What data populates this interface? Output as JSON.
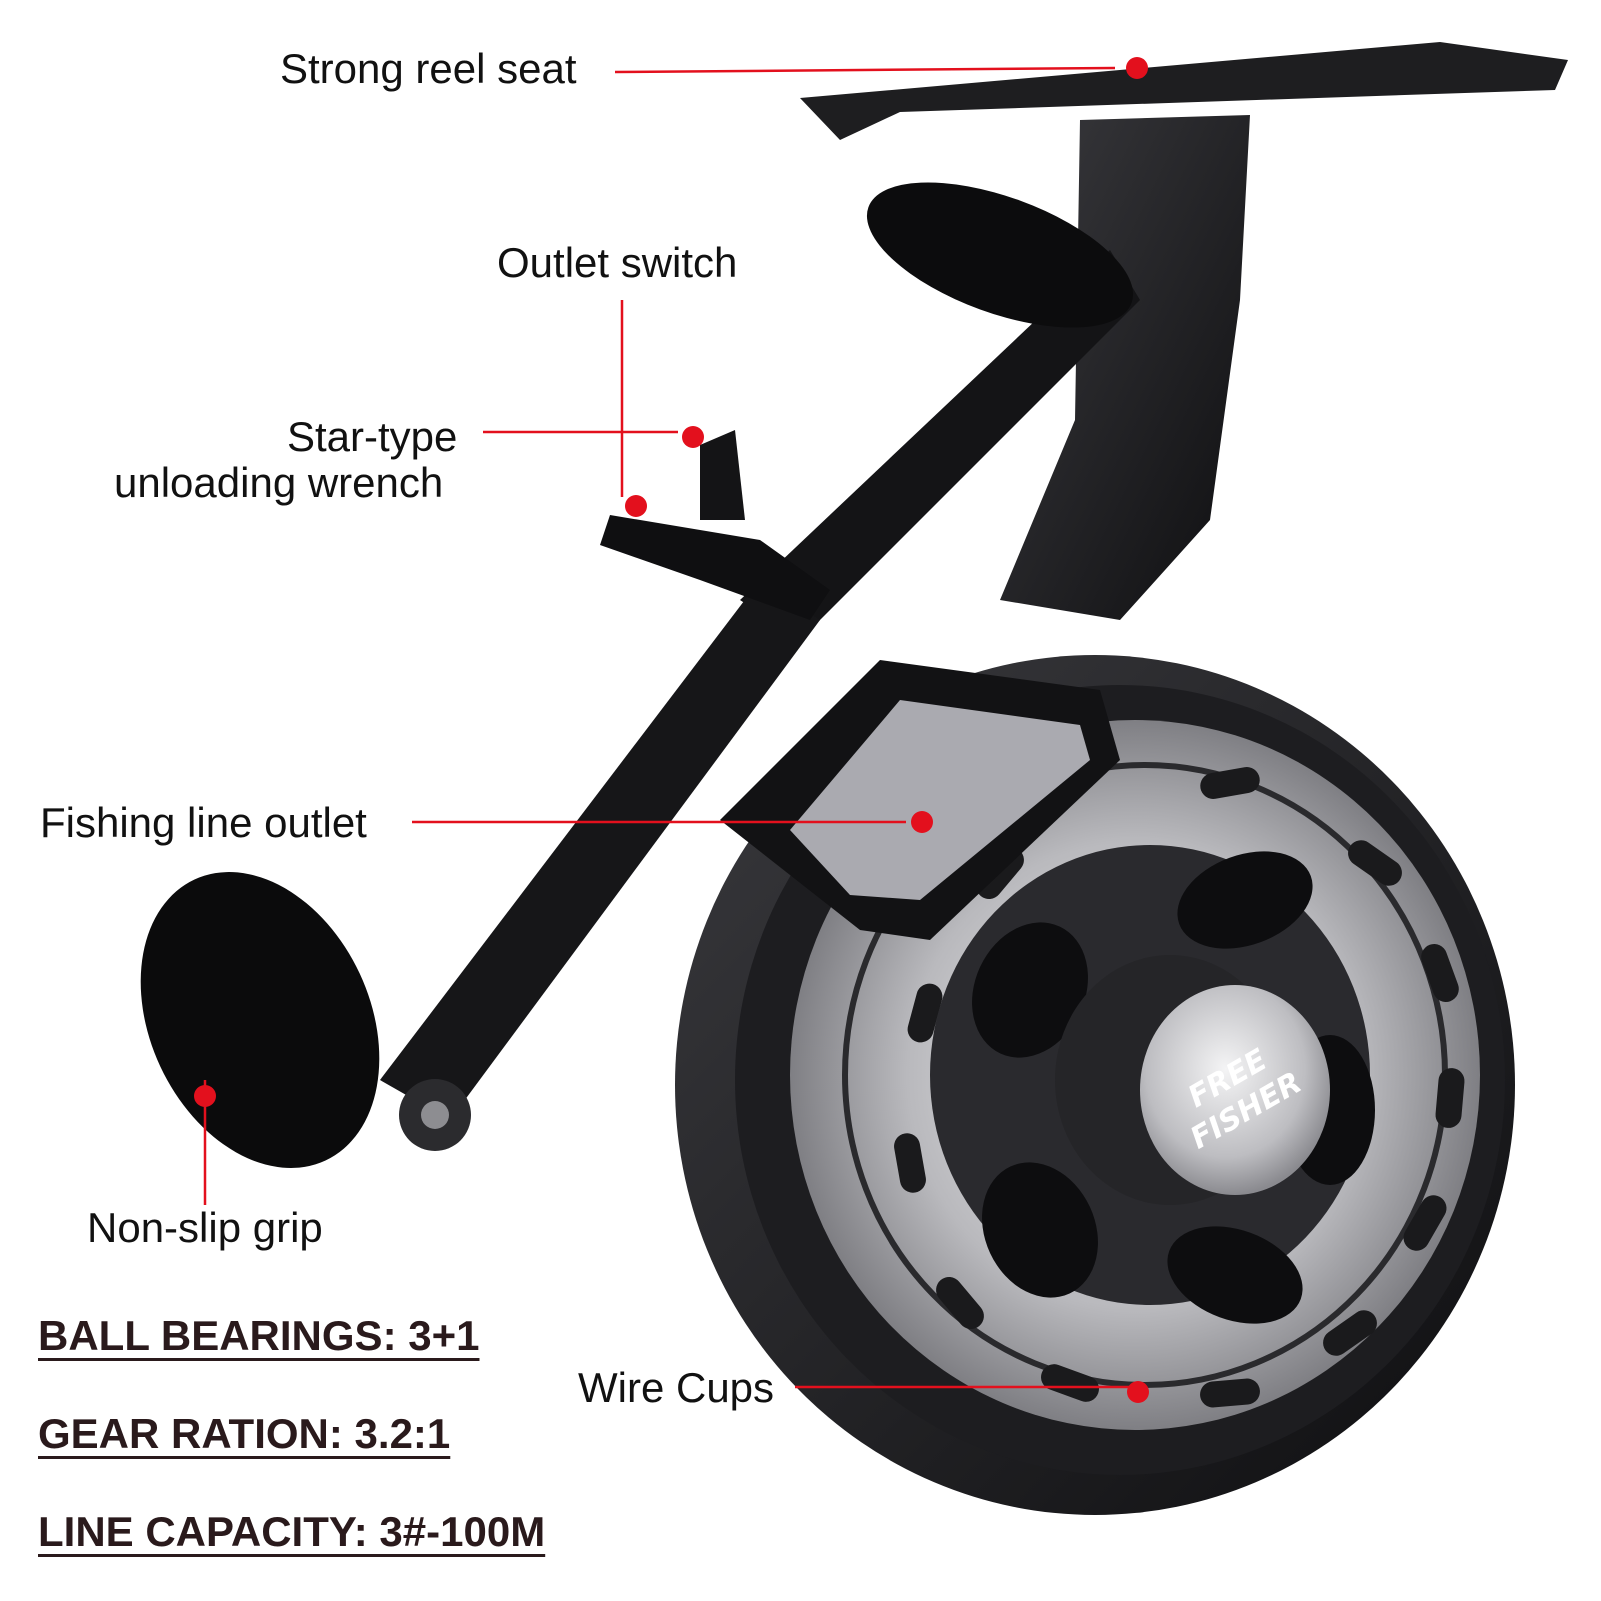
{
  "callouts": {
    "reel_seat": "Strong reel seat",
    "outlet_switch": "Outlet switch",
    "star_wrench_line1": "Star-type",
    "star_wrench_line2": "unloading wrench",
    "line_outlet": "Fishing line outlet",
    "grip": "Non-slip grip",
    "wire_cups": "Wire Cups"
  },
  "specs": {
    "ball_bearings": "BALL BEARINGS: 3+1",
    "gear_ration": "GEAR RATION: 3.2:1",
    "line_capacity": "LINE CAPACITY: 3#-100M"
  },
  "brand": {
    "line1": "FREE",
    "line2": "FISHER"
  },
  "colors": {
    "callout_red": "#e3101d",
    "reel_black": "#1b1b1d",
    "spool_silver": "#c9c9cc",
    "spec_text": "#2a1a1c"
  }
}
